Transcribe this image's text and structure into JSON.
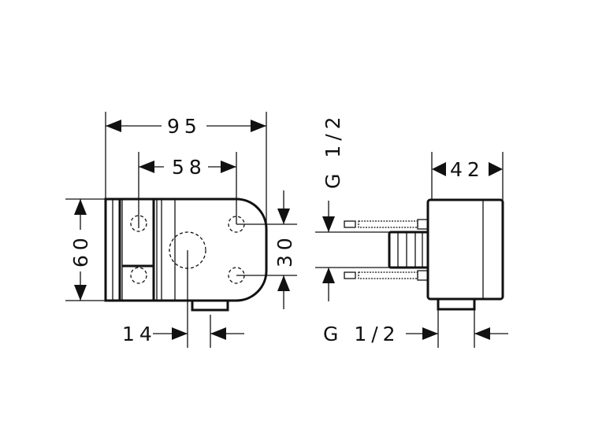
{
  "drawing": {
    "front_view": {
      "width_label": "95",
      "hole_spacing_label": "58",
      "height_label": "60",
      "vertical_hole_spacing_label": "30",
      "outlet_offset_label": "14"
    },
    "side_view": {
      "depth_label": "42",
      "inlet_thread_label": "G 1/2",
      "outlet_thread_label": "G 1/2"
    }
  }
}
